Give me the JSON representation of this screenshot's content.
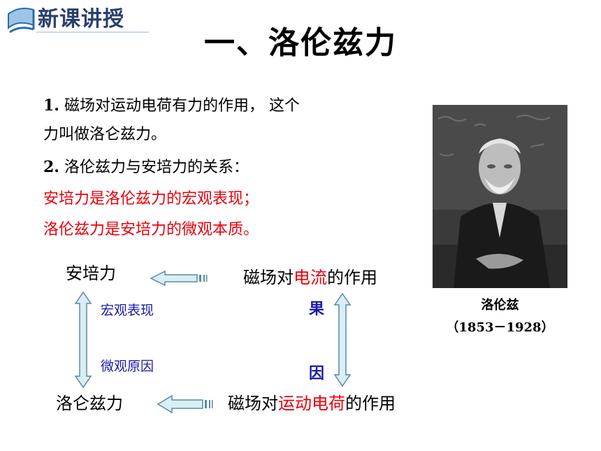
{
  "header": {
    "badge_text": "新课讲授"
  },
  "title": "一、洛伦兹力",
  "points": {
    "p1_num": "1.",
    "p1_line1": "磁场对运动电荷有力的作用， 这个",
    "p1_line2": "力叫做洛仑兹力。",
    "p2_num": "2.",
    "p2_text": "洛伦兹力与安培力的关系：",
    "red_line1": "安培力是洛伦兹力的宏观表现；",
    "red_line2": "洛伦兹力是安培力的微观本质。"
  },
  "portrait": {
    "name": "洛伦兹",
    "years": "（1853－1928）"
  },
  "diagram": {
    "ampere_force": "安培力",
    "lorentz_force": "洛仑兹力",
    "field_current_pre": "磁场对",
    "field_current_hl": "电流",
    "field_current_post": "的作用",
    "field_charge_pre": "磁场对",
    "field_charge_hl": "运动电荷",
    "field_charge_post": "的作用",
    "macro": "宏观表现",
    "micro": "微观原因",
    "effect": "果",
    "cause": "因"
  },
  "colors": {
    "highlight_red": "#e8000b",
    "label_blue": "#1a1aa6",
    "arrow_fill": "#d9eef6",
    "arrow_stroke": "#5a8aa0",
    "badge_blue": "#2b3f6e"
  }
}
